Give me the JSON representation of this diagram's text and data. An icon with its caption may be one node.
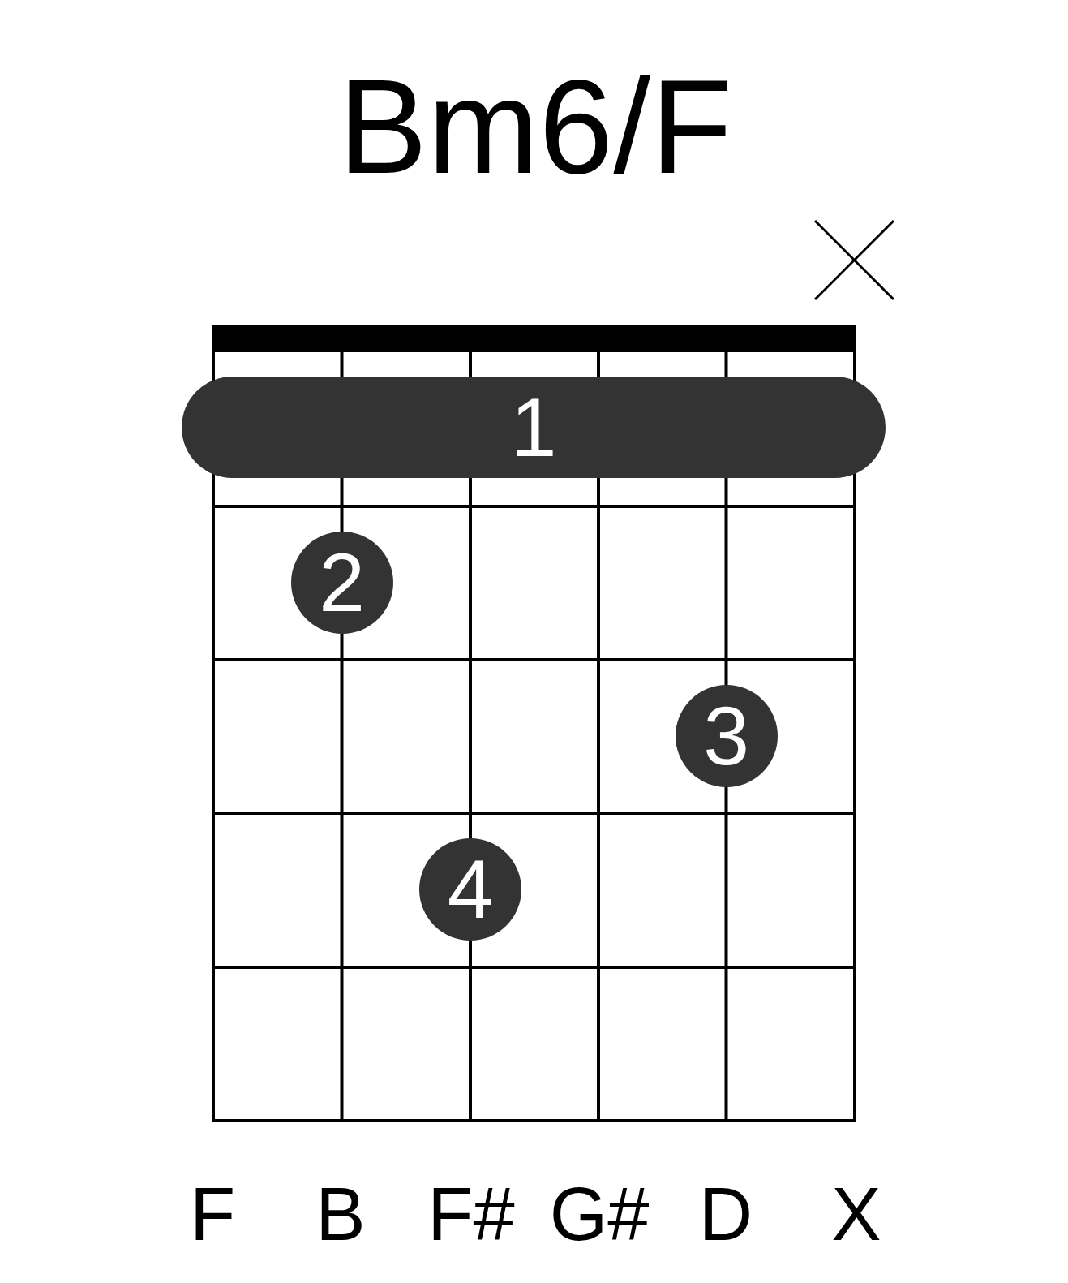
{
  "diagram": {
    "title": "Bm6/F",
    "nodes": [
      {
        "text": [
          "1"
        ]
      },
      {
        "text": [
          "2"
        ]
      },
      {
        "text": [
          "3"
        ]
      },
      {
        "text": [
          "4"
        ]
      }
    ],
    "labels": [
      "F",
      "B",
      "F#",
      "G#",
      "D",
      "X"
    ]
  }
}
